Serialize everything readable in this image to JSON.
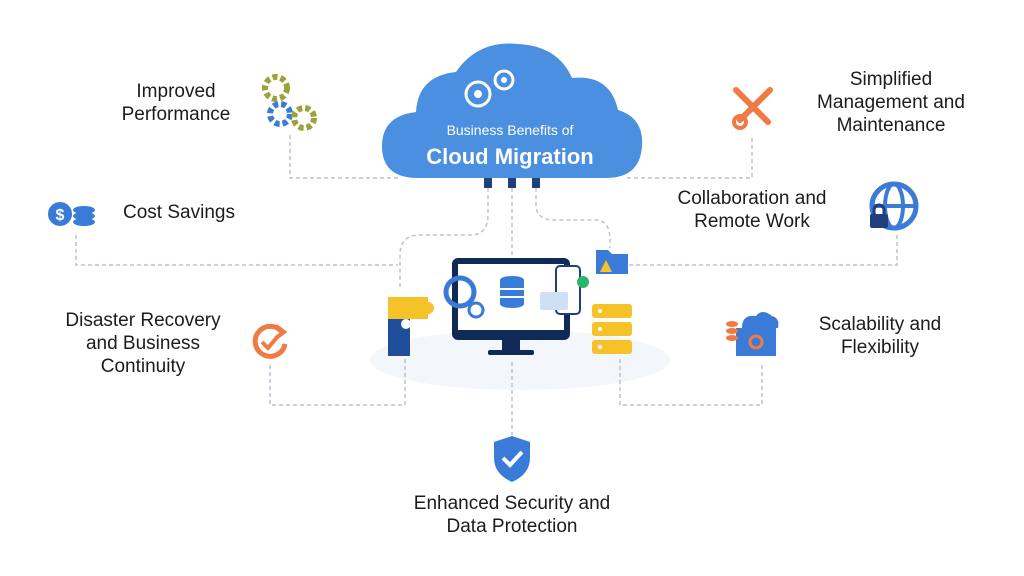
{
  "center": {
    "title_small": "Business Benefits of",
    "title_main": "Cloud Migration"
  },
  "benefits": [
    {
      "label": "Improved\nPerformance",
      "icon": "gears-icon"
    },
    {
      "label": "Simplified\nManagement and\nMaintenance",
      "icon": "tools-icon"
    },
    {
      "label": "Cost Savings",
      "icon": "coins-icon"
    },
    {
      "label": "Collaboration and\nRemote Work",
      "icon": "globe-lock-icon"
    },
    {
      "label": "Disaster Recovery\nand Business\nContinuity",
      "icon": "recovery-icon"
    },
    {
      "label": "Scalability and\nFlexibility",
      "icon": "scalable-cloud-icon"
    },
    {
      "label": "Enhanced Security and\nData Protection",
      "icon": "shield-check-icon"
    }
  ],
  "colors": {
    "cloud_blue": "#4a8fe0",
    "accent_orange": "#f07a43",
    "accent_yellow": "#f6c229",
    "olive": "#9aa33a",
    "navy": "#1f3f7a",
    "connector_gray": "#b8c4d6"
  }
}
